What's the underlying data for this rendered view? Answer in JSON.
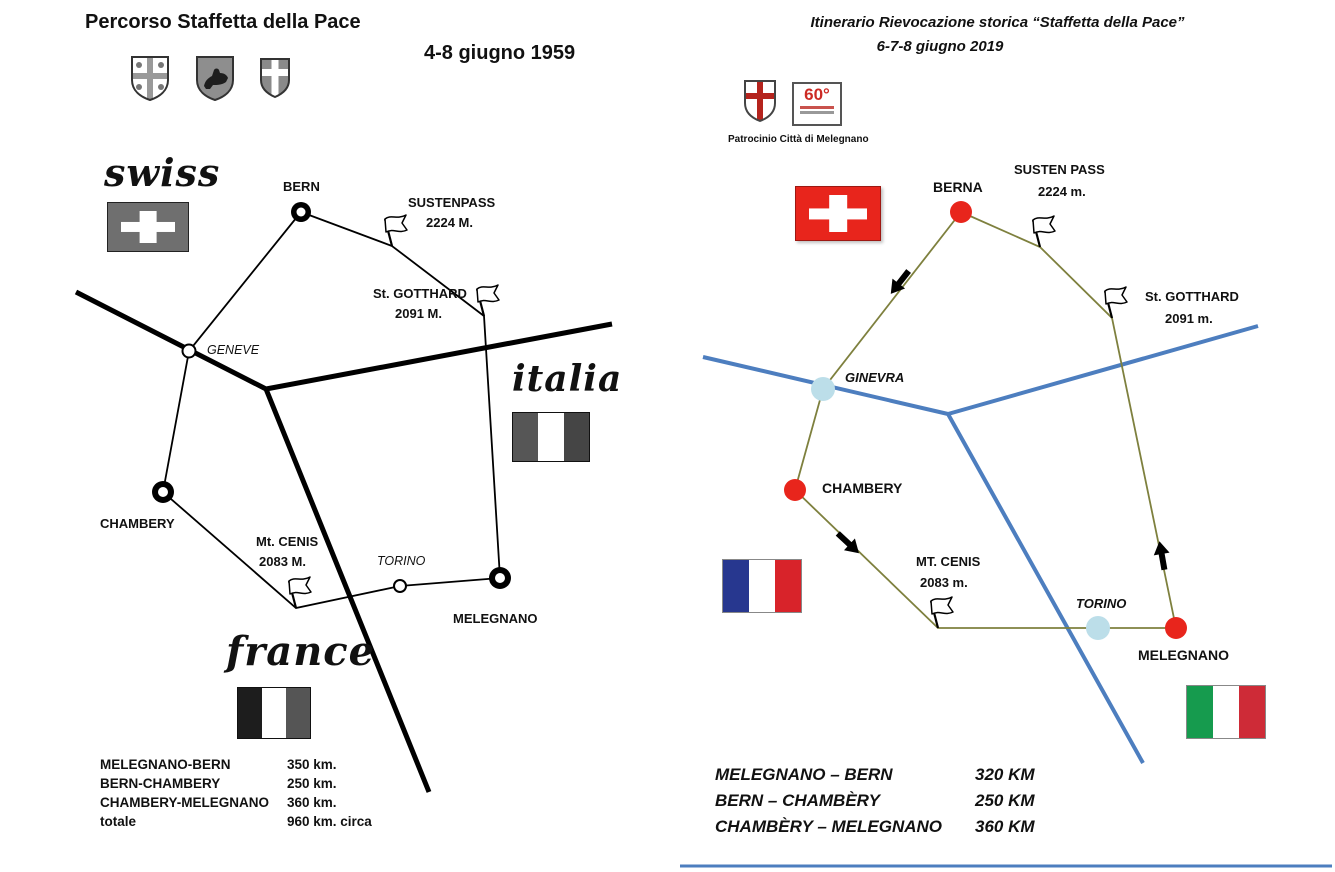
{
  "panel_1959": {
    "title": "Percorso Staffetta della Pace",
    "date": "4-8 giugno 1959",
    "region_labels": {
      "swiss": "swiss",
      "italia": "italia",
      "france": "france"
    },
    "cities": {
      "bern": "BERN",
      "geneve": "GENEVE",
      "chambery": "CHAMBERY",
      "torino": "TORINO",
      "melegnano": "MELEGNANO"
    },
    "passes": {
      "susten": {
        "name": "SUSTENPASS",
        "elevation": "2224 M."
      },
      "gotthard": {
        "name": "St. GOTTHARD",
        "elevation": "2091 M."
      },
      "cenis": {
        "name": "Mt. CENIS",
        "elevation": "2083 M."
      }
    },
    "distances": [
      {
        "leg": "MELEGNANO-BERN",
        "km": "350 km."
      },
      {
        "leg": "BERN-CHAMBERY",
        "km": "250 km."
      },
      {
        "leg": "CHAMBERY-MELEGNANO",
        "km": "360 km."
      },
      {
        "leg": "totale",
        "km": "960 km. circa"
      }
    ]
  },
  "panel_2019": {
    "title": "Itinerario Rievocazione storica “Staffetta della Pace”",
    "date": "6-7-8 giugno 2019",
    "badge_60": "60°",
    "patronage": "Patrocinio Città di Melegnano",
    "cities": {
      "berna": "BERNA",
      "ginevra": "GINEVRA",
      "chambery": "CHAMBERY",
      "torino": "TORINO",
      "melegnano": "MELEGNANO"
    },
    "passes": {
      "susten": {
        "name": "SUSTEN PASS",
        "elevation": "2224 m."
      },
      "gotthard": {
        "name": "St. GOTTHARD",
        "elevation": "2091 m."
      },
      "cenis": {
        "name": "MT. CENIS",
        "elevation": "2083 m."
      }
    },
    "distances": [
      {
        "leg": "MELEGNANO – BERN",
        "km": "320 KM"
      },
      {
        "leg": "BERN – CHAMBÈRY",
        "km": "250 KM"
      },
      {
        "leg": "CHAMBÈRY – MELEGNANO",
        "km": "360 KM"
      }
    ],
    "colors": {
      "route": "#7e803e",
      "border": "#4d7ebf",
      "city_dot": "#e8251c",
      "waypoint_dot": "#bcdee9"
    }
  }
}
